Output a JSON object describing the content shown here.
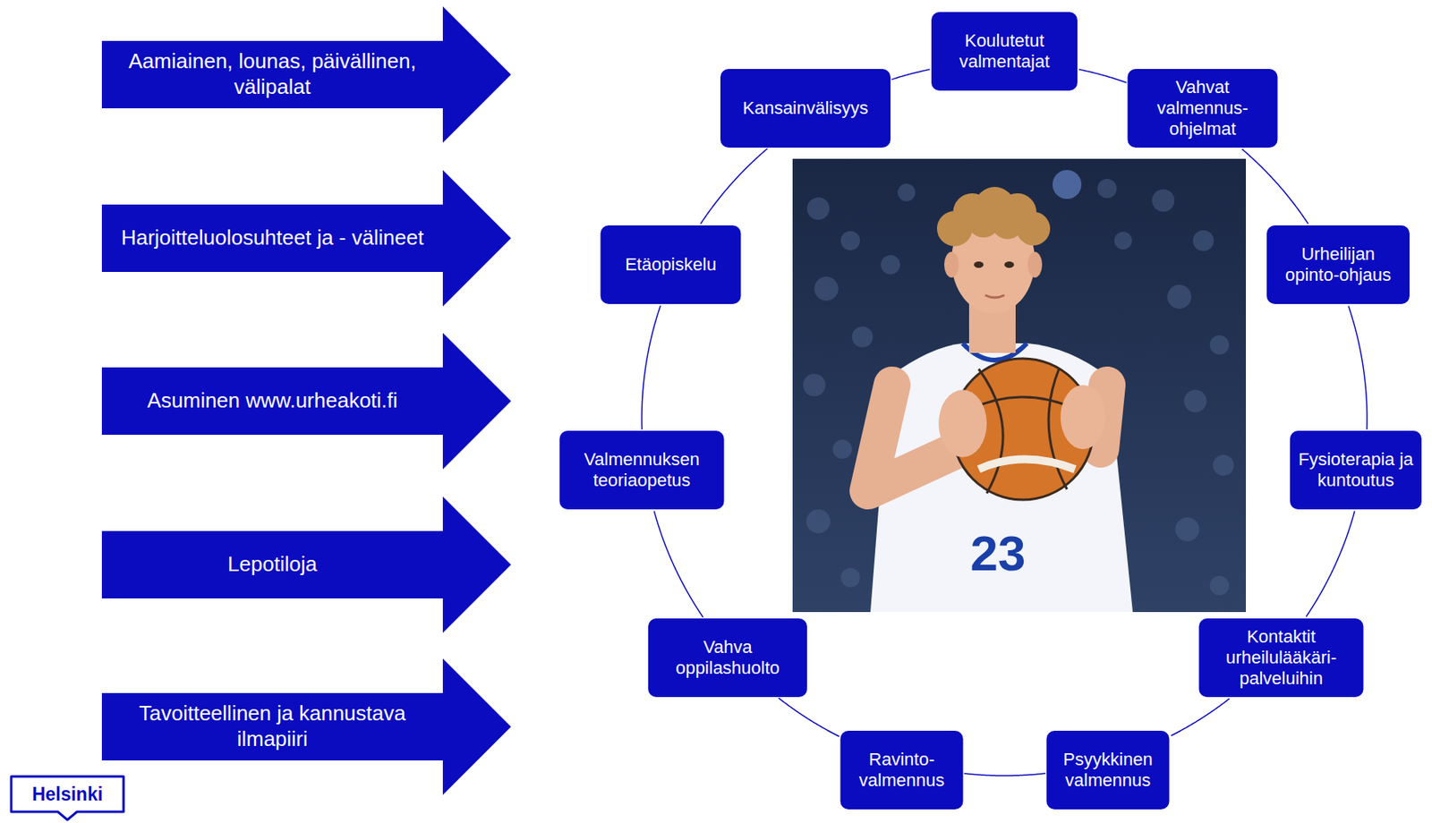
{
  "diagram": {
    "nodes": [
      {
        "text": [
          "Aamiainen, lounas, päivällinen, välipalat"
        ]
      },
      {
        "text": [
          "Harjoitteluolosuhteet ja - välineet"
        ]
      },
      {
        "text": [
          "Asuminen www.urheakoti.fi"
        ]
      },
      {
        "text": [
          "Lepotiloja"
        ]
      },
      {
        "text": [
          "Tavoitteellinen ja kannustava ilmapiiri"
        ]
      },
      {
        "text": [
          "Koulutetut valmentajat"
        ]
      },
      {
        "text": [
          "Vahvat valmennus- ohjelmat"
        ]
      },
      {
        "text": [
          "Urheilijan opinto-ohjaus"
        ]
      },
      {
        "text": [
          "Fysioterapia ja kuntoutus"
        ]
      },
      {
        "text": [
          "Kontaktit urheilulääkäri- palveluihin"
        ]
      },
      {
        "text": [
          "Psyykkinen valmennus"
        ]
      },
      {
        "text": [
          "Ravinto- valmennus"
        ]
      },
      {
        "text": [
          "Vahva oppilashuolto"
        ]
      },
      {
        "text": [
          "Valmennuksen teoriaopetus"
        ]
      },
      {
        "text": [
          "Etäopiskelu"
        ]
      },
      {
        "text": [
          "Kansainvälisyys"
        ]
      }
    ],
    "edges": [
      {
        "from": 5,
        "to": 6,
        "arrow": "none"
      },
      {
        "from": 6,
        "to": 7,
        "arrow": "none"
      },
      {
        "from": 7,
        "to": 8,
        "arrow": "none"
      },
      {
        "from": 8,
        "to": 9,
        "arrow": "none"
      },
      {
        "from": 9,
        "to": 10,
        "arrow": "none"
      },
      {
        "from": 10,
        "to": 11,
        "arrow": "none"
      },
      {
        "from": 11,
        "to": 12,
        "arrow": "none"
      },
      {
        "from": 12,
        "to": 13,
        "arrow": "none"
      },
      {
        "from": 13,
        "to": 14,
        "arrow": "none"
      },
      {
        "from": 14,
        "to": 15,
        "arrow": "none"
      },
      {
        "from": 15,
        "to": 5,
        "arrow": "none"
      }
    ],
    "labels": [
      "23",
      "Helsinki"
    ]
  }
}
